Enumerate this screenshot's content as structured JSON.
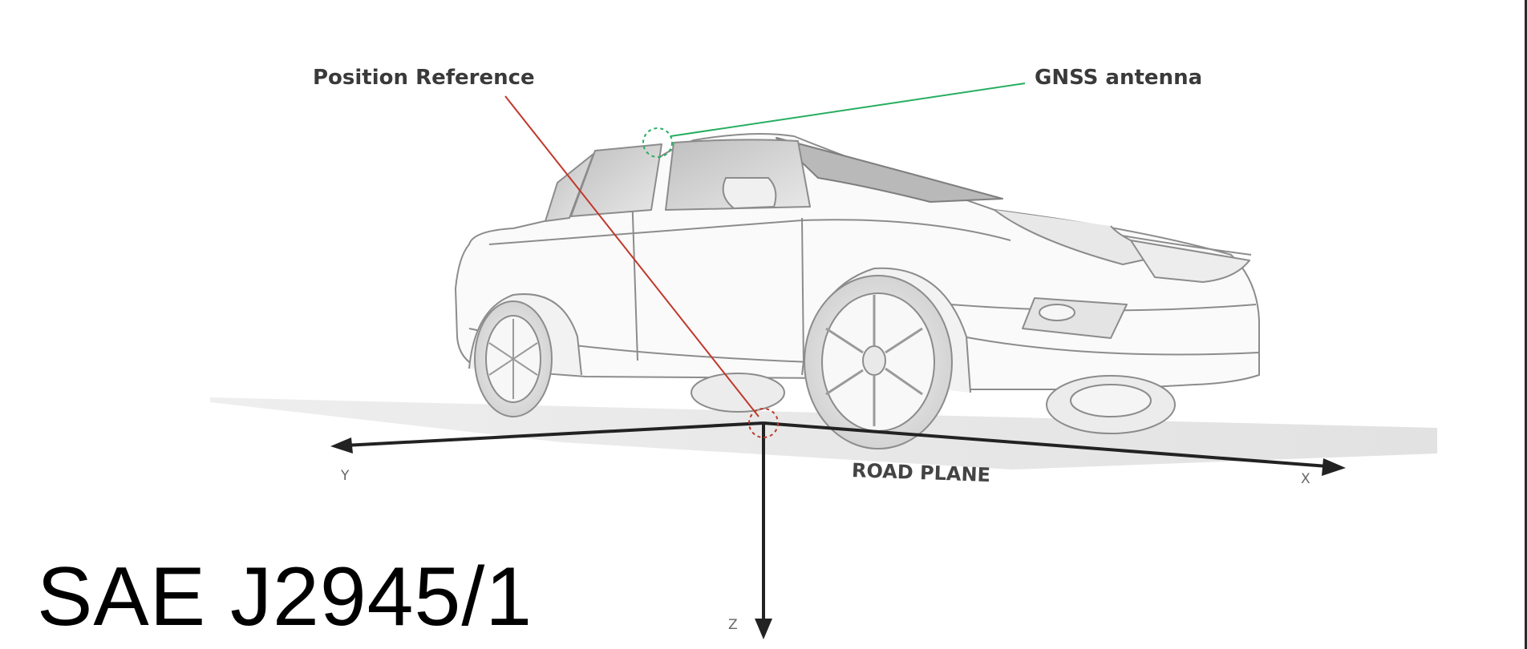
{
  "callouts": {
    "position_reference": "Position Reference",
    "gnss_antenna": "GNSS antenna"
  },
  "axes": {
    "x": "X",
    "y": "Y",
    "z": "Z",
    "plane": "ROAD PLANE"
  },
  "standard": "SAE J2945/1",
  "colors": {
    "position_reference_line": "#c0392b",
    "gnss_line": "#27ae60",
    "axis": "#222222",
    "car_outline": "#8a8a8a"
  }
}
